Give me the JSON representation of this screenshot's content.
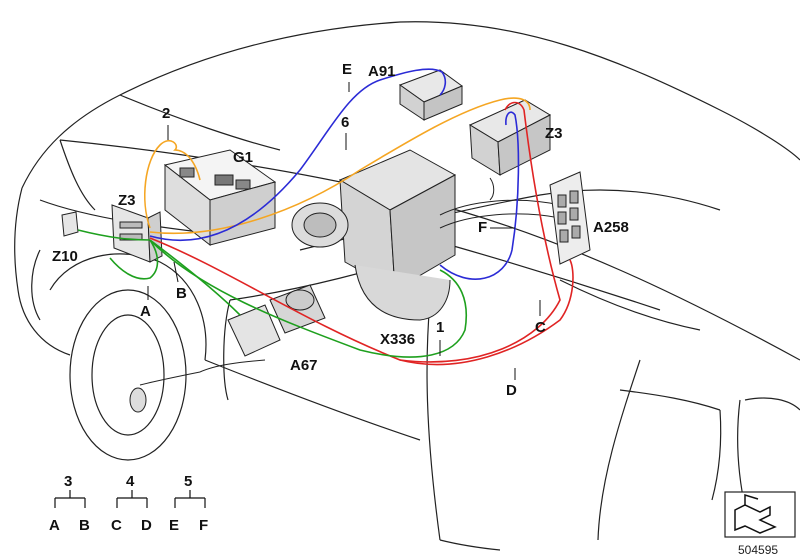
{
  "colors": {
    "harness_blue": "#2b2bd6",
    "harness_orange": "#f5a623",
    "harness_red": "#e02424",
    "harness_green": "#1ea01e",
    "outline": "#222222",
    "part_fill": "#eeeeee"
  },
  "labels": {
    "callout_2": "2",
    "callout_e": "E",
    "callout_a91": "A91",
    "callout_g1": "G1",
    "callout_6": "6",
    "callout_z3_left": "Z3",
    "callout_z3_right": "Z3",
    "callout_z10": "Z10",
    "callout_a": "A",
    "callout_b": "B",
    "callout_f": "F",
    "callout_a258": "A258",
    "callout_c": "C",
    "callout_x336": "X336",
    "callout_1": "1",
    "callout_a67": "A67",
    "callout_d": "D"
  },
  "legend": {
    "groups": [
      {
        "parent": "3",
        "children": [
          "A",
          "B"
        ]
      },
      {
        "parent": "4",
        "children": [
          "C",
          "D"
        ]
      },
      {
        "parent": "5",
        "children": [
          "E",
          "F"
        ]
      }
    ]
  },
  "reference_number": "504595",
  "icons": {
    "stamp": "view-direction-icon"
  }
}
